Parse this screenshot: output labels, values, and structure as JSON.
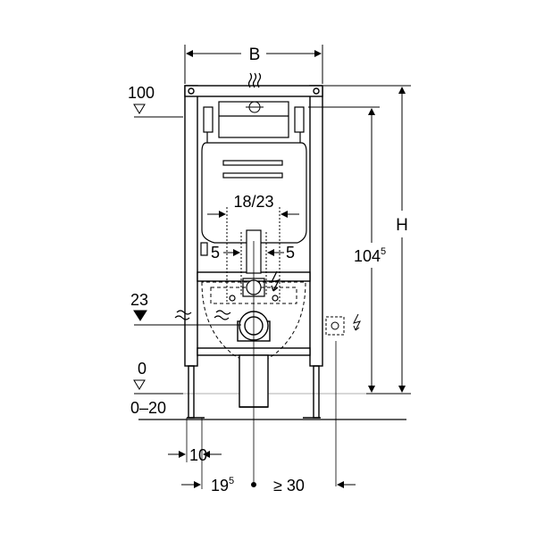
{
  "diagram": {
    "labels": {
      "width": "B",
      "height": "H",
      "top_level": "100",
      "pipe_level": "23",
      "floor_level": "0",
      "floor_range": "0–20",
      "drain_spacing": "18/23",
      "offset_left": "5",
      "offset_right": "5",
      "frame_height_main": "104",
      "frame_height_sup": "5",
      "leg_offset": "10",
      "drain_center_main": "19",
      "drain_center_sup": "5",
      "min_clearance": "≥ 30"
    },
    "icons": [
      "water-supply-icon",
      "electric-icon",
      "socket-icon"
    ],
    "colors": {
      "line": "#000000",
      "frame_fill": "#ffffff",
      "cistern_fill": "#ffffff"
    }
  }
}
